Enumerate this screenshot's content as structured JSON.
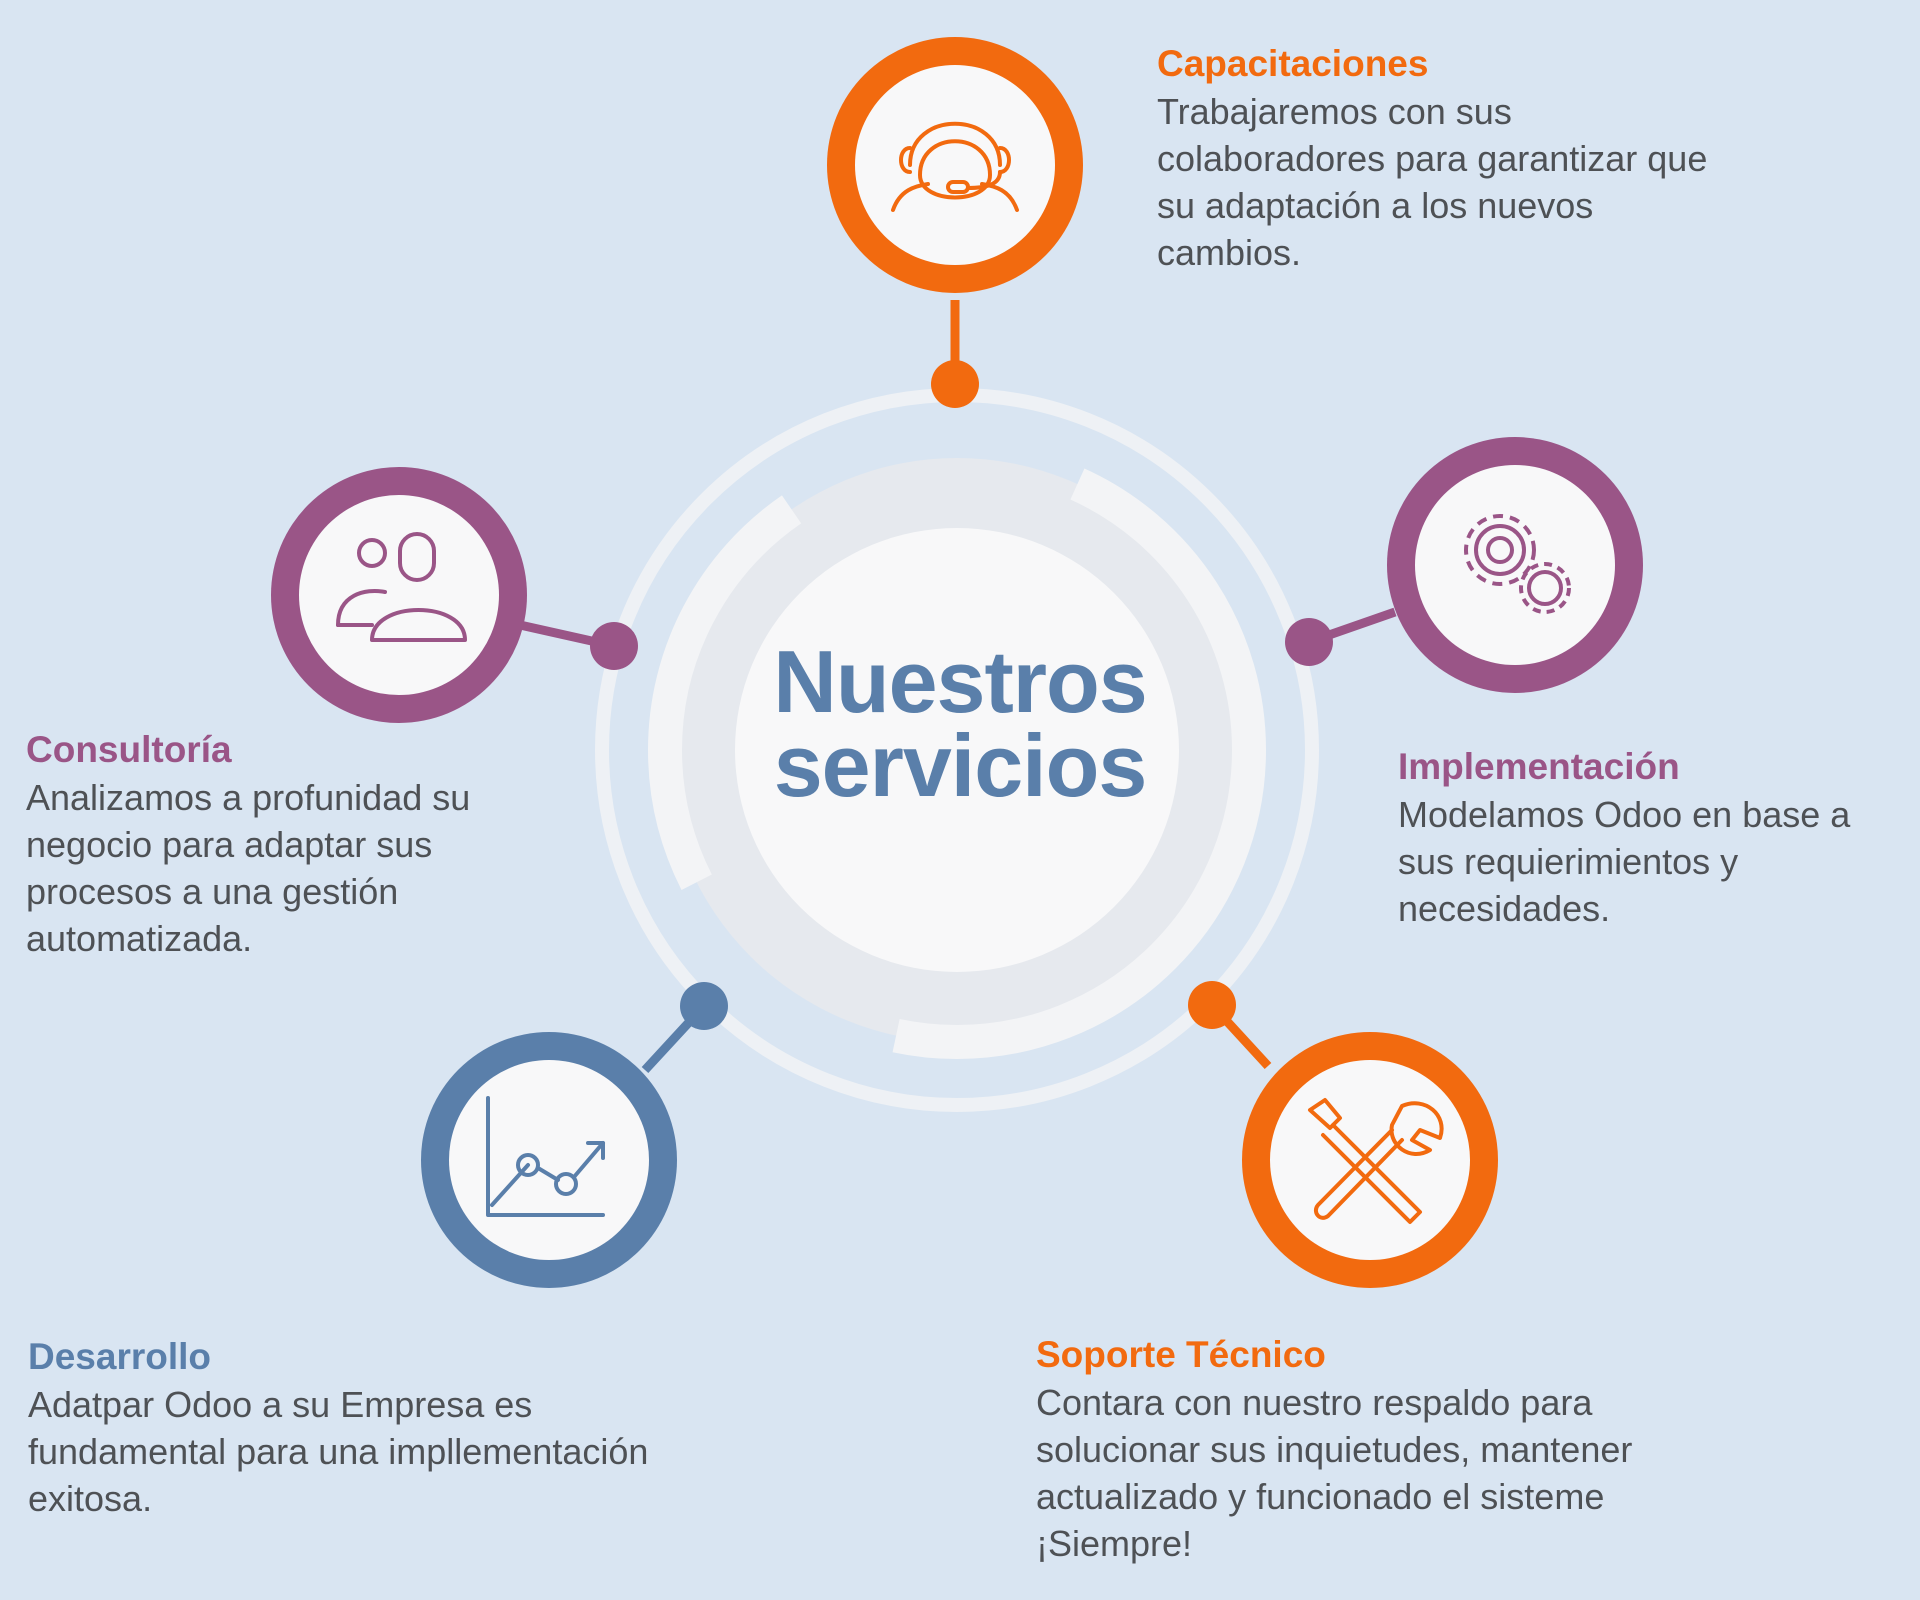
{
  "center": {
    "line1": "Nuestros",
    "line2": "servicios"
  },
  "colors": {
    "orange": "#f26a0f",
    "purple": "#9a5587",
    "blue": "#5a7faa",
    "text": "#4e5155",
    "background": "#d9e5f2"
  },
  "services": {
    "capacitaciones": {
      "title": "Capacitaciones",
      "lines": [
        "Trabajaremos con sus",
        "colaboradores para garantizar que",
        "su adaptación a los nuevos",
        "cambios."
      ],
      "icon": "headset-support-icon",
      "color": "#f26a0f"
    },
    "consultoria": {
      "title": "Consultoría",
      "lines": [
        "Analizamos a profunidad su",
        "negocio para adaptar sus",
        "procesos a una gestión",
        "automatizada."
      ],
      "icon": "users-group-icon",
      "color": "#9a5587"
    },
    "implementacion": {
      "title": "Implementación",
      "lines": [
        "Modelamos Odoo en base a",
        "sus requierimientos y",
        "necesidades."
      ],
      "icon": "gears-icon",
      "color": "#9a5587"
    },
    "desarrollo": {
      "title": "Desarrollo",
      "lines": [
        "Adatpar Odoo a su Empresa es",
        "fundamental para una impllementación",
        "exitosa."
      ],
      "icon": "growth-chart-icon",
      "color": "#5a7faa"
    },
    "soporte": {
      "title": "Soporte Técnico",
      "lines": [
        "Contara con nuestro respaldo para",
        "solucionar sus inquietudes, mantener",
        "actualizado y funcionado el sisteme",
        "¡Siempre!"
      ],
      "icon": "tools-icon",
      "color": "#f26a0f"
    }
  }
}
